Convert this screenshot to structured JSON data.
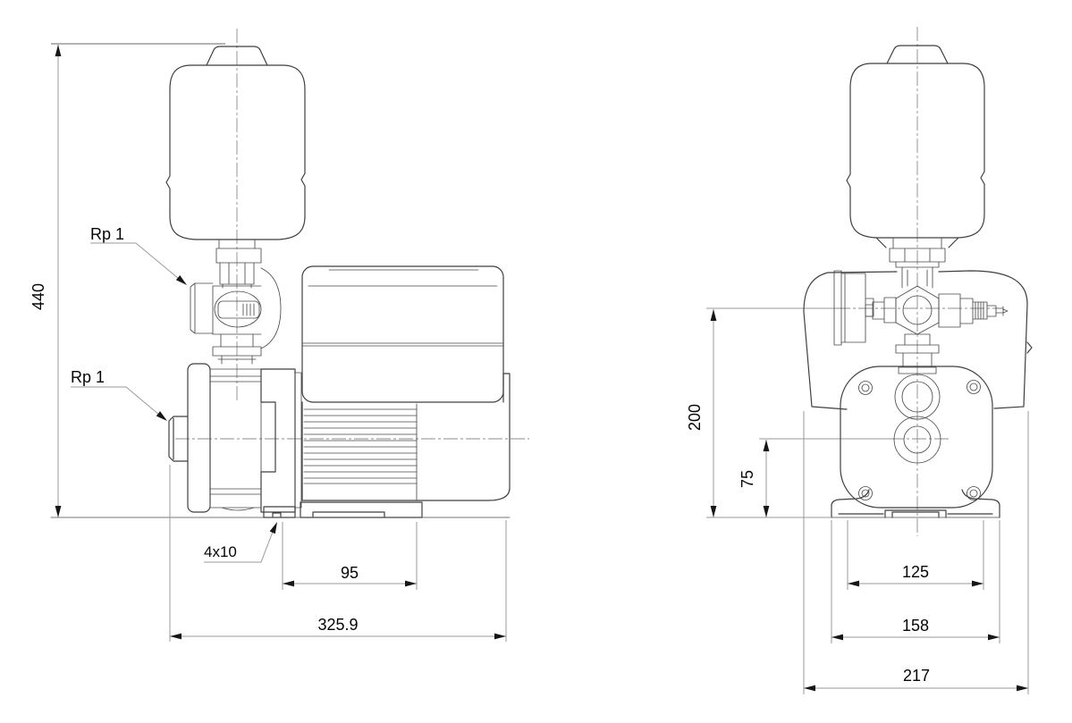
{
  "drawing": {
    "kind": "pump-installation-dimensional-drawing",
    "subject": "horizontal booster pump with diaphragm tank, side and front views",
    "background": "#ffffff",
    "line_color": "#3f3f3f",
    "dimension_line_color": "#9a9a9a",
    "text_color": "#000000",
    "side": {
      "height": "440",
      "discharge_port": "Rp 1",
      "suction_port": "Rp 1",
      "base_slot": "4x10",
      "foot_pitch": "95",
      "overall_length": "325.9"
    },
    "front": {
      "valve_center_height": "200",
      "port_center_height": "75",
      "foot_slot_pitch": "125",
      "foot_width": "158",
      "overall_width": "217"
    }
  }
}
